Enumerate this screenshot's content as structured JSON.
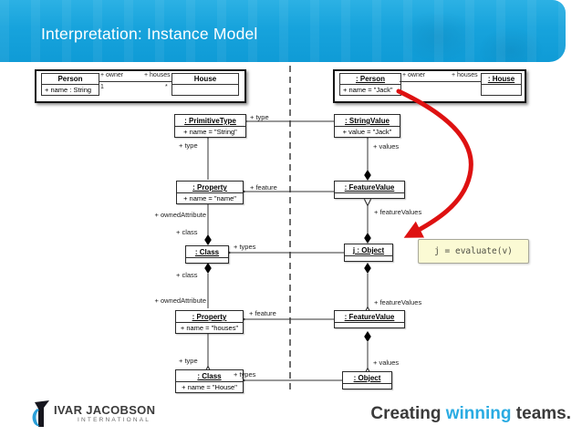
{
  "slide": {
    "title": "Interpretation: Instance Model"
  },
  "colors": {
    "header_blue": "#17a3dc",
    "annotation_red": "#de1111",
    "tagline_blue": "#29abe2",
    "code_note_bg": "#fbfad4"
  },
  "model_frame": {
    "person": {
      "title": "Person",
      "attr": "+ name : String"
    },
    "house": {
      "title": "House",
      "attr": ""
    },
    "assoc": {
      "owner": "+ owner",
      "houses": "+ houses",
      "mult_owner": "1",
      "mult_houses": "*"
    }
  },
  "instance_frame": {
    "person": {
      "title": ": Person",
      "attr": "+ name = \"Jack\""
    },
    "house": {
      "title": ": House",
      "attr": ""
    },
    "assoc": {
      "owner": "+ owner",
      "houses": "+ houses"
    }
  },
  "diagram": {
    "boxes": {
      "primitive_type": {
        "title": ": PrimitiveType",
        "attr": "+ name = \"String\""
      },
      "property_name": {
        "title": ": Property",
        "attr": "+ name = \"name\""
      },
      "class_mid": {
        "title": ": Class"
      },
      "property_houses": {
        "title": ": Property",
        "attr": "+ name = \"houses\""
      },
      "class_house": {
        "title": ": Class",
        "attr": "+ name = \"House\""
      },
      "string_value": {
        "title": ": StringValue",
        "attr": "+ value = \"Jack\""
      },
      "feature_value_top": {
        "title": ": FeatureValue"
      },
      "object_j": {
        "title": "j : Object"
      },
      "feature_value_bottom": {
        "title": ": FeatureValue"
      },
      "object_bottom": {
        "title": ": Object"
      }
    },
    "labels": {
      "type_h": "+ type",
      "type_v_top": "+ type",
      "values_top": "+ values",
      "feature_top": "+ feature",
      "feature_values_top": "+ featureValues",
      "owned_attribute_top": "+ ownedAttribute",
      "class_top": "+ class",
      "types_mid": "+ types",
      "class_bottom": "+ class",
      "owned_attribute_bottom": "+ ownedAttribute",
      "feature_bottom": "+ feature",
      "feature_values_bottom": "+ featureValues",
      "type_v_bottom": "+ type",
      "types_bottom": "+ types",
      "values_bottom": "+ values"
    },
    "code_note": "j = evaluate(v)"
  },
  "footer": {
    "logo_line1": "IVAR JACOBSON",
    "logo_line2": "INTERNATIONAL",
    "tagline_part1": "Creating ",
    "tagline_part2": "winning",
    "tagline_part3": " teams."
  }
}
